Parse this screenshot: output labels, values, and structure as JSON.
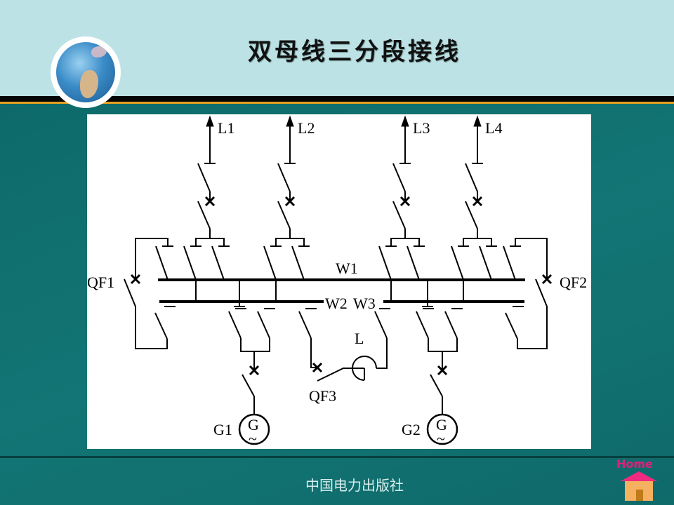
{
  "title": "双母线三分段接线",
  "footer": {
    "publisher": "中国电力出版社",
    "home_label": "Home"
  },
  "diagram": {
    "feeders": [
      "L1",
      "L2",
      "L3",
      "L4"
    ],
    "buses": [
      "W1",
      "W2",
      "W3"
    ],
    "breakers": [
      "QF1",
      "QF2",
      "QF3"
    ],
    "reactor": "L",
    "generators": [
      "G1",
      "G2"
    ],
    "generator_symbol": "G",
    "generator_wave": "~"
  },
  "colors": {
    "header_bg": "#bde2e5",
    "main_bg": "#0f6c6c",
    "accent": "#e8a020"
  }
}
